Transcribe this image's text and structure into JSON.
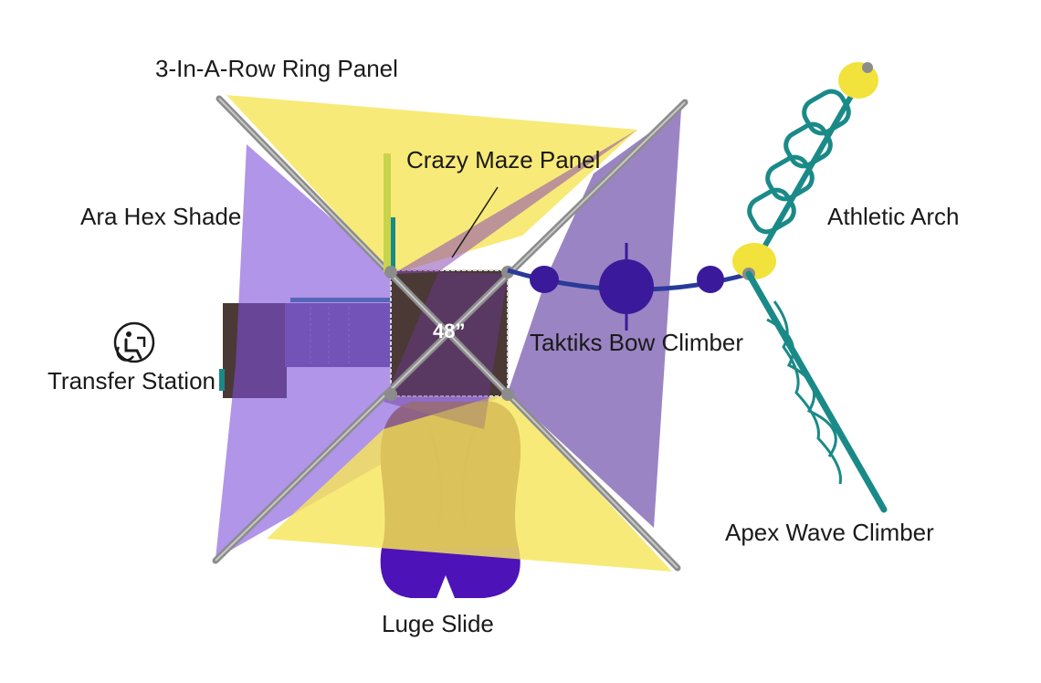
{
  "labels": {
    "ring_panel": "3-In-A-Row Ring Panel",
    "maze_panel": "Crazy Maze Panel",
    "hex_shade": "Ara Hex Shade",
    "athletic_arch": "Athletic Arch",
    "transfer_station": "Transfer Station",
    "bow_climber": "Taktiks Bow Climber",
    "wave_climber": "Apex Wave Climber",
    "luge_slide": "Luge Slide",
    "deck_dimension": "48”"
  },
  "colors": {
    "shade_yellow": "#f6e55a",
    "shade_purple": "#7b4fd8",
    "deck_brown": "#4b3935",
    "slide_purple": "#4d12b8",
    "climber_teal": "#1a8a88",
    "post_gray": "#8c8c8c",
    "bow_purple": "#3a1a9a",
    "hold_yellow": "#f2e23c"
  },
  "icons": {
    "accessibility": "wheelchair-transfer-icon"
  }
}
